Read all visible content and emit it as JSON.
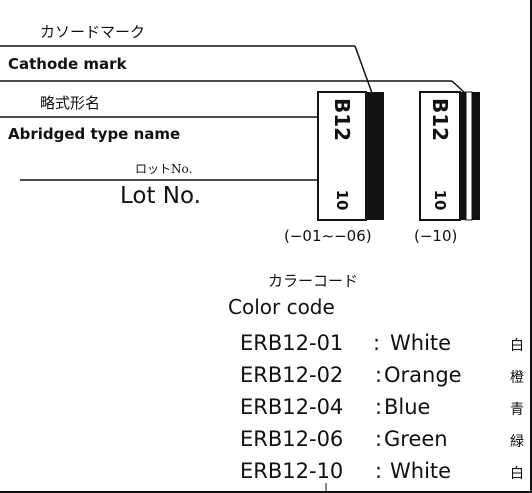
{
  "labels": {
    "cathode_jp": "カソードマーク",
    "cathode_en": "Cathode mark",
    "abridged_jp": "略式形名",
    "abridged_en": "Abridged type name",
    "lot_jp": "ロットNo.",
    "lot_en": "Lot No."
  },
  "parts": {
    "type_text": "B12",
    "lot_text": "10",
    "range_left": "(−01∼−06)",
    "range_right": "(−10)"
  },
  "color_code": {
    "title_jp": "カラーコード",
    "title_en": "Color code",
    "rows": [
      {
        "part": "ERB12-01",
        "sep": ":",
        "color": "White",
        "kanji": "白"
      },
      {
        "part": "ERB12-02",
        "sep": ":",
        "color": "Orange",
        "kanji": "橙"
      },
      {
        "part": "ERB12-04",
        "sep": ":",
        "color": "Blue",
        "kanji": "青"
      },
      {
        "part": "ERB12-06",
        "sep": ":",
        "color": "Green",
        "kanji": "緑"
      },
      {
        "part": "ERB12-10",
        "sep": ":",
        "color": "White",
        "kanji": "白"
      }
    ]
  }
}
